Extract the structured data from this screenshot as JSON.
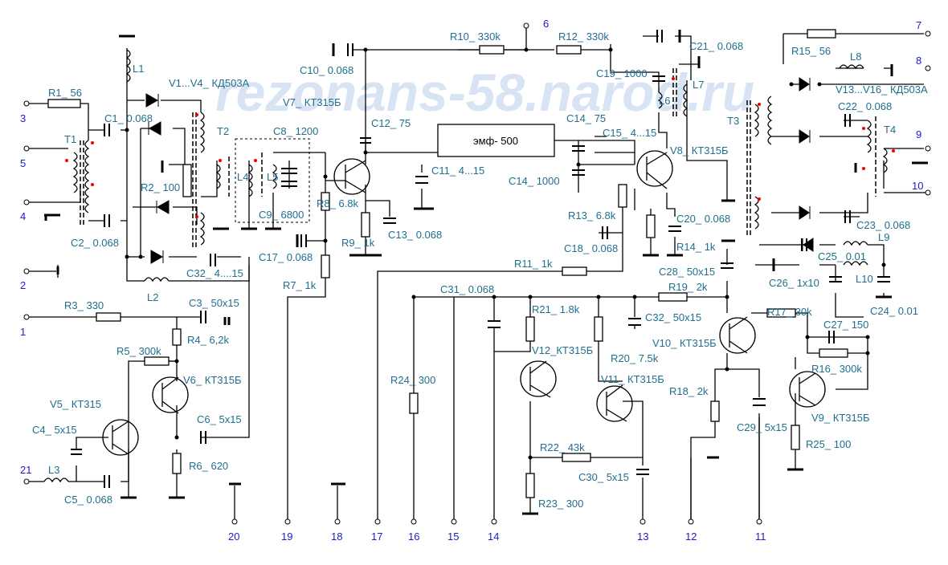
{
  "watermark": "rezonans-58.narod.ru",
  "block_label": "эмф- 500",
  "pins": [
    "1",
    "2",
    "3",
    "4",
    "5",
    "6",
    "7",
    "8",
    "9",
    "10",
    "11",
    "12",
    "13",
    "14",
    "15",
    "16",
    "17",
    "18",
    "19",
    "20",
    "21"
  ],
  "labels": {
    "R1": "R1_ 56",
    "T1": "T1",
    "C1": "C1_ 0.068",
    "L1": "L1",
    "V1V4": "V1...V4_ КД503А",
    "R2": "R2_ 100",
    "T2": "T2",
    "C2": "C2_ 0.068",
    "C8": "C8_ 1200",
    "L4": "L4",
    "L5": "L5",
    "C9": "C9_ 6800",
    "C32a": "C32_ 4....15",
    "L2": "L2",
    "R3": "R3_ 330",
    "C3": "C3_ 50x15",
    "R4": "R4_ 6,2k",
    "R5": "R5_ 300k",
    "V6": "V6_ КТ315Б",
    "V5": "V5_ КТ315",
    "C4": "C4_ 5x15",
    "C6": "C6_ 5x15",
    "R6": "R6_ 620",
    "L3": "L3",
    "C5": "C5_ 0.068",
    "C10": "C10_ 0.068",
    "V7": "V7_ КТ315Б",
    "C12": "C12_ 75",
    "R8": "R8_ 6.8k",
    "R9": "R9_ 1k",
    "C13": "C13_ 0.068",
    "C17": "C17_ 0.068",
    "R7": "R7_ 1k",
    "C11": "C11_ 4...15",
    "R10": "R10_ 330k",
    "R12": "R12_ 330k",
    "C14a": "C14_ 75",
    "C15": "C15_ 4...15",
    "C14b": "C14_ 1000",
    "R13": "R13_ 6.8k",
    "C18": "C18_ 0.068",
    "R11": "R11_ 1k",
    "C19": "C19_ 1000",
    "L6": "L6",
    "L7": "L7",
    "C21": "C21_ 0.068",
    "V8": "V8_ КТ315Б",
    "C20": "C20_ 0.068",
    "R14": "R14_ 1k",
    "R15": "R15_ 56",
    "L8": "L8",
    "V13V16": "V13...V16_ КД503А",
    "C22": "C22_ 0.068",
    "T3": "T3",
    "T4": "T4",
    "C23": "C23_ 0.068",
    "L9": "L9",
    "C25": "C25_ 0.01",
    "L10": "L10",
    "C26": "C26_ 1x10",
    "C24": "C24_ 0.01",
    "C28": "C28_ 50x15",
    "C31": "C31_ 0.068",
    "R19": "R19_ 2k",
    "R21": "R21_ 1.8k",
    "C32b": "C32_ 50x15",
    "R17": "R17_ 30k",
    "C27": "C27_ 150",
    "V12": "V12_КТ315Б",
    "R20": "R20_ 7.5k",
    "V10": "V10_ КТ315Б",
    "R16": "R16_ 300k",
    "V11": "V11_ КТ315Б",
    "R18": "R18_ 2k",
    "R24": "R24_ 300",
    "C29": "C29_ 5x15",
    "V9": "V9_ КТ315Б",
    "R22": "R22_ 43k",
    "R25": "R25_ 100",
    "C30": "C30_ 5x15",
    "R23": "R23_ 300"
  }
}
